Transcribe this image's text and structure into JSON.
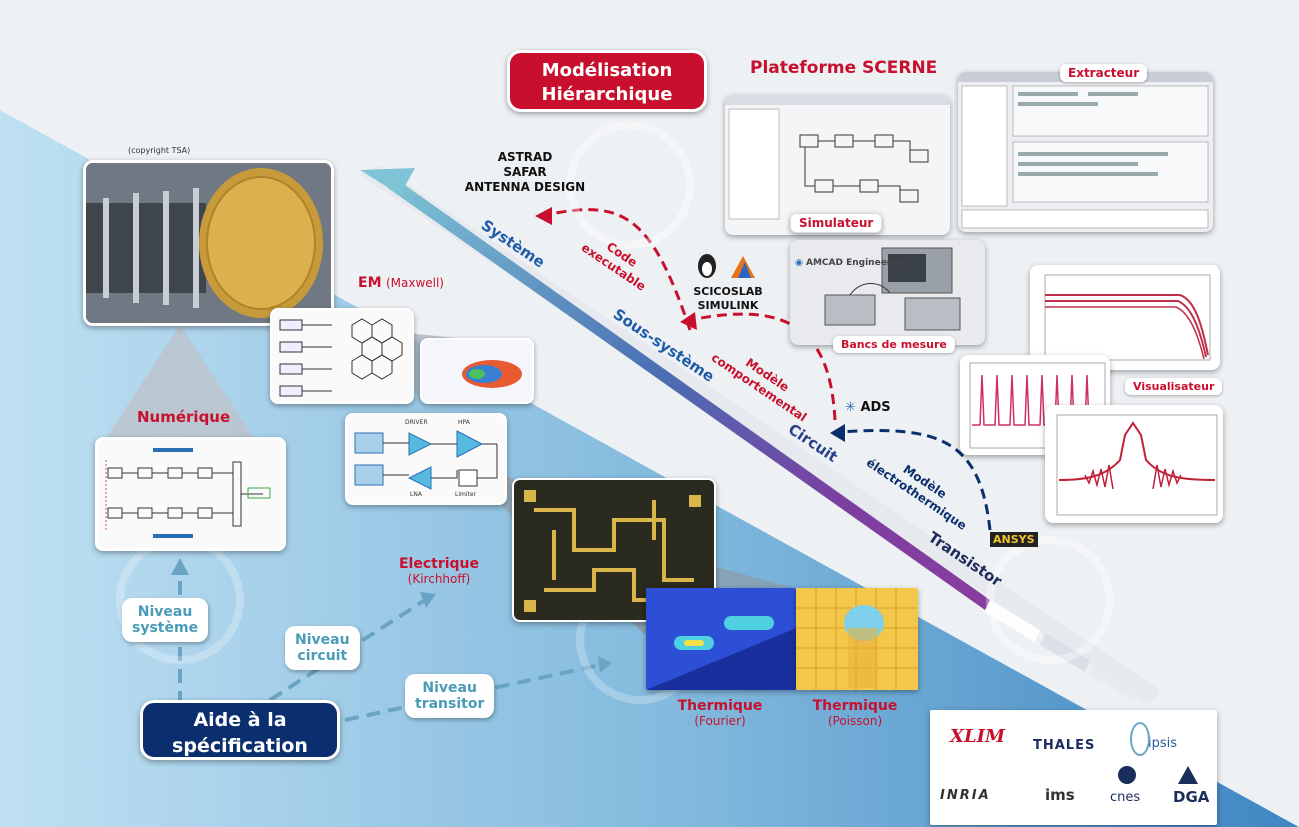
{
  "header": {
    "modelisation_title": "Modélisation\nHiérarchique",
    "plateforme_title": "Plateforme SCERNE"
  },
  "tools": {
    "astrad": "ASTRAD",
    "safar": "SAFAR",
    "antenna_design": "ANTENNA DESIGN",
    "scicoslab": "SCICOSLAB",
    "simulink": "SIMULINK",
    "ads": "ADS",
    "ansys": "ANSYS",
    "amcad": "AMCAD Engineering"
  },
  "axis_levels": [
    "Système",
    "Sous-système",
    "Circuit",
    "Transistor"
  ],
  "flows": {
    "code_executable": "Code\nexecutable",
    "modele_comportemental": "Modèle\ncomportemental",
    "modele_electrothermique": "Modèle\nélectrothermique"
  },
  "screens": {
    "simulateur": "Simulateur",
    "extracteur": "Extracteur",
    "bancs": "Bancs de mesure",
    "visualisateur": "Visualisateur"
  },
  "copyright": "(copyright TSA)",
  "left": {
    "numerique": "Numérique",
    "em": "EM",
    "em_sub": "(Maxwell)",
    "electrique": "Electrique",
    "electrique_sub": "(Kirchhoff)",
    "thermique1": "Thermique",
    "thermique1_sub": "(Fourier)",
    "thermique2": "Thermique",
    "thermique2_sub": "(Poisson)"
  },
  "levels": {
    "systeme": "Niveau\nsystème",
    "circuit": "Niveau\ncircuit",
    "transistor": "Niveau\ntransitor"
  },
  "aide": "Aide à la\nspécification",
  "circuit_labels": {
    "driver": "DRIVER",
    "hpa": "HPA",
    "lna": "LNA",
    "limiter": "Limiter"
  },
  "partners": [
    "XLIM",
    "THALES",
    "ipsis",
    "INRIA",
    "ims",
    "cnes",
    "DGA"
  ],
  "colors": {
    "red": "#c8102e",
    "navy": "#0b2f6e",
    "teal": "#4a9bb8",
    "purple": "#7b3fa0"
  }
}
